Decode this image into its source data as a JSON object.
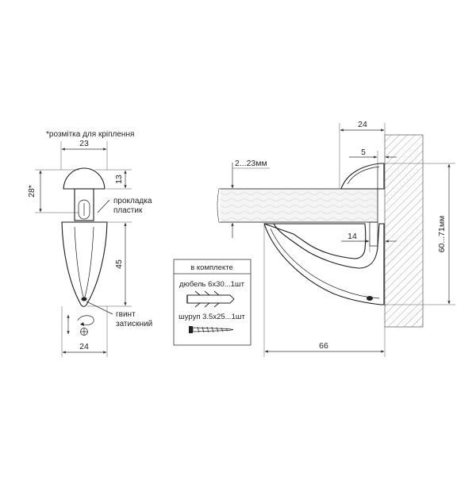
{
  "left_view": {
    "note": "*розмітка для кріплення",
    "dim_width_top": "23",
    "dim_height_cap": "13",
    "dim_height_total": "28*",
    "dim_height_body": "45",
    "dim_width_bottom": "24",
    "label_pad_1": "прокладка",
    "label_pad_2": "пластик",
    "label_screw_1": "гвинт",
    "label_screw_2": "затискний"
  },
  "right_view": {
    "dim_top": "24",
    "dim_small": "5",
    "dim_thickness": "2...23мм",
    "dim_inner": "14",
    "dim_height": "60...71мм",
    "dim_depth": "66"
  },
  "kit": {
    "title": "в комплекте",
    "item_dowel": "дюбель 6x30...1шт",
    "item_screw": "шуруп 3.5x25...1шт"
  },
  "colors": {
    "line": "#1a1a1a",
    "wall_hatch": "#888888",
    "shelf_fill": "#f3f3f3"
  }
}
